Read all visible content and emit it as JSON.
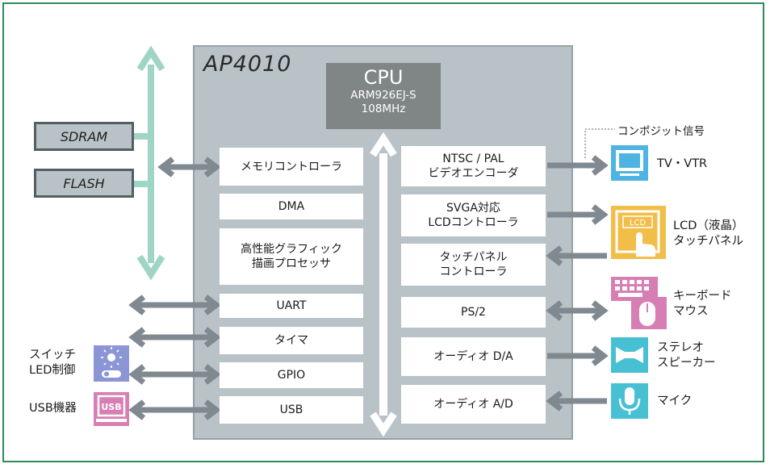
{
  "chip": {
    "title": "AP4010"
  },
  "cpu": {
    "name": "CPU",
    "core": "ARM926EJ-S",
    "clock": "108MHz"
  },
  "memory": {
    "sdram": "SDRAM",
    "flash": "FLASH"
  },
  "left_blocks": {
    "memory_controller": "メモリコントローラ",
    "dma": "DMA",
    "graphics": "高性能グラフィック\n描画プロセッサ",
    "uart": "UART",
    "timer": "タイマ",
    "gpio": "GPIO",
    "usb": "USB"
  },
  "right_blocks": {
    "ntsc": "NTSC / PAL\nビデオエンコーダ",
    "svga": "SVGA対応\nLCDコントローラ",
    "touch": "タッチパネル\nコントローラ",
    "ps2": "PS/2",
    "audio_da": "オーディオ D/A",
    "audio_ad": "オーディオ A/D"
  },
  "external": {
    "composite": "コンポジット信号",
    "tv": "TV・VTR",
    "lcd": "LCD（液晶）\nタッチパネル",
    "lcd_icon_text": "LCD",
    "keyboard": "キーボード\nマウス",
    "speaker": "ステレオ\nスピーカー",
    "mic": "マイク",
    "switch": "スイッチ\nLED制御",
    "usb_device": "USB機器",
    "usb_icon_text": "USB"
  },
  "colors": {
    "frame": "#2e8b57",
    "chip": "#b9c2c6",
    "cpu": "#808586",
    "bus": "#9fd5c5",
    "arrow": "#808890",
    "tv": "#4fb4e2",
    "lcd": "#f2be4a",
    "keyboard": "#d77fb5",
    "speaker": "#48c0d4",
    "mic": "#48c0d4",
    "switch": "#8c95d6",
    "usb": "#d77fb5"
  }
}
